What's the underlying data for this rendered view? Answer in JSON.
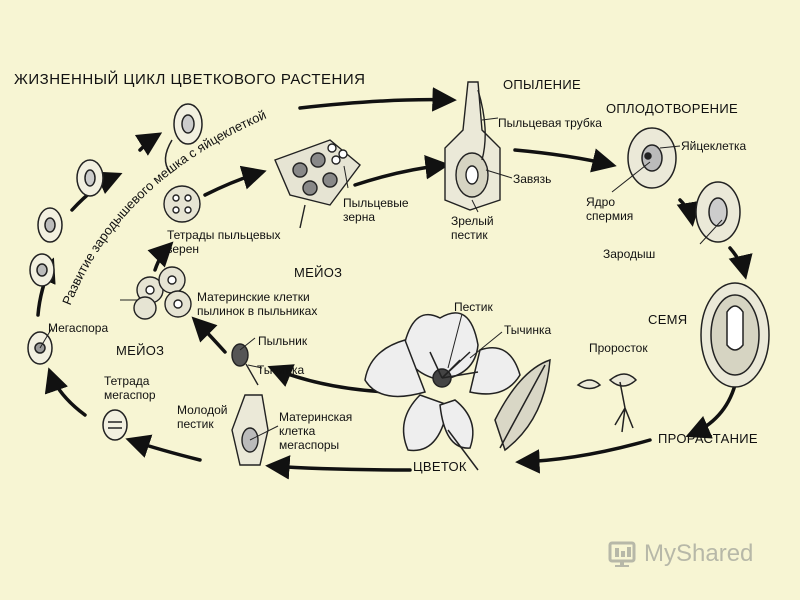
{
  "title": "ЖИЗНЕННЫЙ ЦИКЛ ЦВЕТКОВОГО РАСТЕНИЯ",
  "arc_label": "Развитие зародышевого мешка с яйцеклеткой",
  "stages": {
    "pollination": "ОПЫЛЕНИЕ",
    "fertilization": "ОПЛОДОТВОРЕНИЕ",
    "seed": "СЕМЯ",
    "germination": "ПРОРАСТАНИЕ",
    "flower": "ЦВЕТОК",
    "meiosis_top": "МЕЙОЗ",
    "meiosis_left": "МЕЙОЗ"
  },
  "labels": {
    "pollen_tube": "Пыльцевая трубка",
    "ovary": "Завязь",
    "mature_pistil": "Зрелый\nпестик",
    "pollen_grains": "Пыльцевые\nзерна",
    "pollen_tetrads": "Тетрады пыльцевых\nзерен",
    "pollen_mother_cells": "Материнские клетки\nпылинок в пыльниках",
    "megaspore": "Мегаспора",
    "megaspore_tetrad": "Тетрада\nмегаспор",
    "young_pistil": "Молодой\nпестик",
    "megaspore_mother_cell": "Материнская\nклетка\nмегаспоры",
    "anther": "Пыльник",
    "stamen_left": "Тычинка",
    "pistil": "Пестик",
    "stamen_right": "Тычинка",
    "sprout": "Проросток",
    "egg_cell": "Яйцеклетка",
    "sperm_nucleus": "Ядро\nспермия",
    "embryo": "Зародыш"
  },
  "watermark": {
    "text": "MyShared",
    "icon": "myshared-logo-icon"
  },
  "colors": {
    "background": "#f7f5d3",
    "ink": "#111111",
    "watermark": "#b7b8a8"
  }
}
